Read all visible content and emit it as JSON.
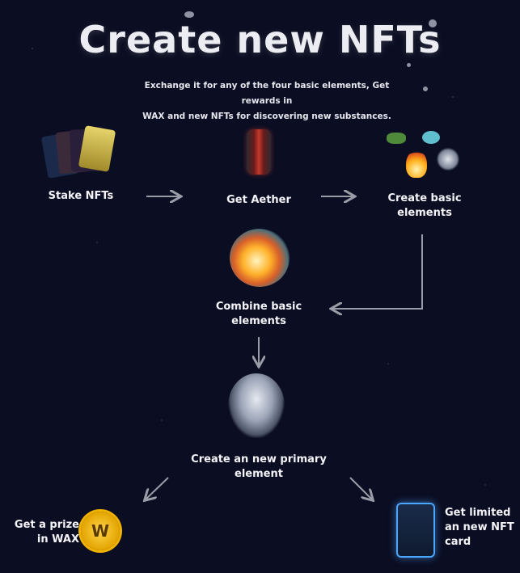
{
  "header": {
    "title": "Create new NFTs",
    "subtitle_line1": "Exchange it for any of the four basic elements, Get rewards in",
    "subtitle_line2": "WAX and new NFTs for discovering new substances."
  },
  "steps": {
    "stake": "Stake NFTs",
    "aether": "Get Aether",
    "create_basic_1": "Create basic",
    "create_basic_2": "elements",
    "combine_1": "Combine basic",
    "combine_2": "elements",
    "primary_1": "Create an new primary",
    "primary_2": "element",
    "prize_1": "Get a prize",
    "prize_2": "in WAX",
    "nft_1": "Get limited",
    "nft_2": "an new NFT",
    "nft_3": "card"
  },
  "icons": {
    "coin_letter": "W"
  },
  "colors": {
    "background": "#0b0d22",
    "arrow": "#9a9ca8",
    "coin": "#f0b400",
    "nft_glow": "#4aa6ff"
  }
}
